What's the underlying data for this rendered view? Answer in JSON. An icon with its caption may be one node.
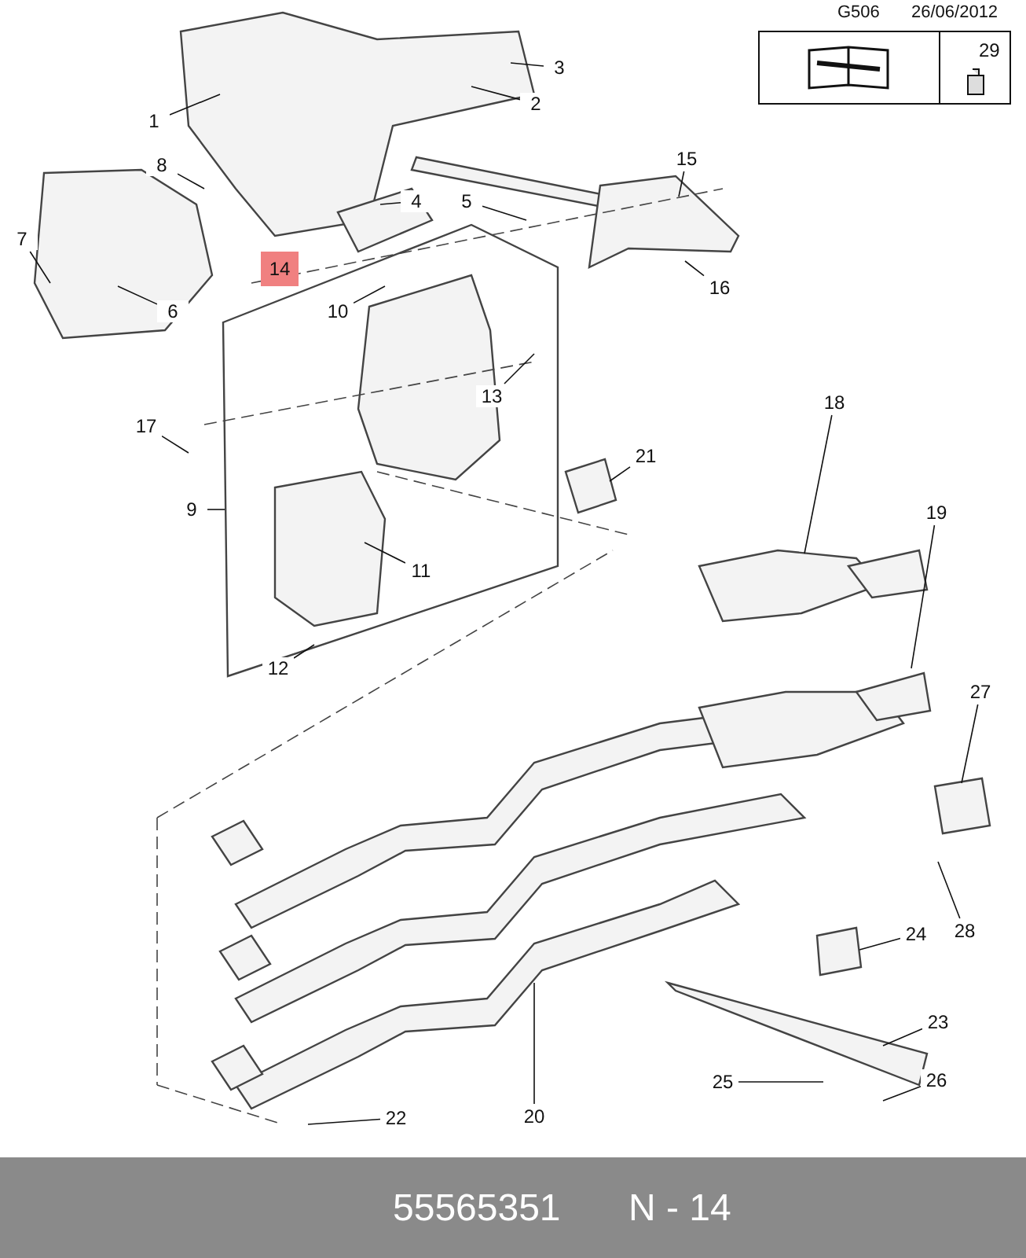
{
  "diagram": {
    "nodes": [
      {
        "text": [
          "1"
        ]
      },
      {
        "text": [
          "2"
        ]
      },
      {
        "text": [
          "3"
        ]
      },
      {
        "text": [
          "4"
        ]
      },
      {
        "text": [
          "5"
        ]
      },
      {
        "text": [
          "6"
        ]
      },
      {
        "text": [
          "7"
        ]
      },
      {
        "text": [
          "8"
        ]
      },
      {
        "text": [
          "9"
        ]
      },
      {
        "text": [
          "10"
        ]
      },
      {
        "text": [
          "11"
        ]
      },
      {
        "text": [
          "12"
        ]
      },
      {
        "text": [
          "13"
        ]
      },
      {
        "text": [
          "14"
        ]
      },
      {
        "text": [
          "15"
        ]
      },
      {
        "text": [
          "16"
        ]
      },
      {
        "text": [
          "17"
        ]
      },
      {
        "text": [
          "18"
        ]
      },
      {
        "text": [
          "19"
        ]
      },
      {
        "text": [
          "20"
        ]
      },
      {
        "text": [
          "21"
        ]
      },
      {
        "text": [
          "22"
        ]
      },
      {
        "text": [
          "23"
        ]
      },
      {
        "text": [
          "24"
        ]
      },
      {
        "text": [
          "25"
        ]
      },
      {
        "text": [
          "26"
        ]
      },
      {
        "text": [
          "27"
        ]
      },
      {
        "text": [
          "28"
        ]
      }
    ],
    "edges": [
      {
        "from": 0,
        "to": null,
        "arrow": "none"
      },
      {
        "from": 1,
        "to": null,
        "arrow": "none"
      },
      {
        "from": 2,
        "to": null,
        "arrow": "none"
      },
      {
        "from": 3,
        "to": null,
        "arrow": "none"
      },
      {
        "from": 4,
        "to": null,
        "arrow": "none"
      },
      {
        "from": 5,
        "to": null,
        "arrow": "none"
      },
      {
        "from": 6,
        "to": null,
        "arrow": "none"
      },
      {
        "from": 7,
        "to": null,
        "arrow": "none"
      },
      {
        "from": 8,
        "to": null,
        "arrow": "none"
      },
      {
        "from": 9,
        "to": null,
        "arrow": "none"
      },
      {
        "from": 10,
        "to": null,
        "arrow": "none"
      },
      {
        "from": 11,
        "to": null,
        "arrow": "none"
      },
      {
        "from": 12,
        "to": null,
        "arrow": "none"
      },
      {
        "from": 14,
        "to": null,
        "arrow": "none"
      },
      {
        "from": 15,
        "to": null,
        "arrow": "none"
      },
      {
        "from": 16,
        "to": null,
        "arrow": "none"
      },
      {
        "from": 17,
        "to": null,
        "arrow": "none"
      },
      {
        "from": 18,
        "to": null,
        "arrow": "none"
      },
      {
        "from": 19,
        "to": null,
        "arrow": "none"
      },
      {
        "from": 20,
        "to": null,
        "arrow": "none"
      },
      {
        "from": 21,
        "to": null,
        "arrow": "none"
      },
      {
        "from": 22,
        "to": null,
        "arrow": "none"
      },
      {
        "from": 23,
        "to": null,
        "arrow": "none"
      },
      {
        "from": 24,
        "to": null,
        "arrow": "none"
      },
      {
        "from": 25,
        "to": null,
        "arrow": "none"
      },
      {
        "from": 26,
        "to": null,
        "arrow": "none"
      },
      {
        "from": 27,
        "to": null,
        "arrow": "none"
      }
    ],
    "labels": [
      "G506",
      "26/06/2012",
      "29",
      "55565351",
      "N - 14"
    ]
  }
}
